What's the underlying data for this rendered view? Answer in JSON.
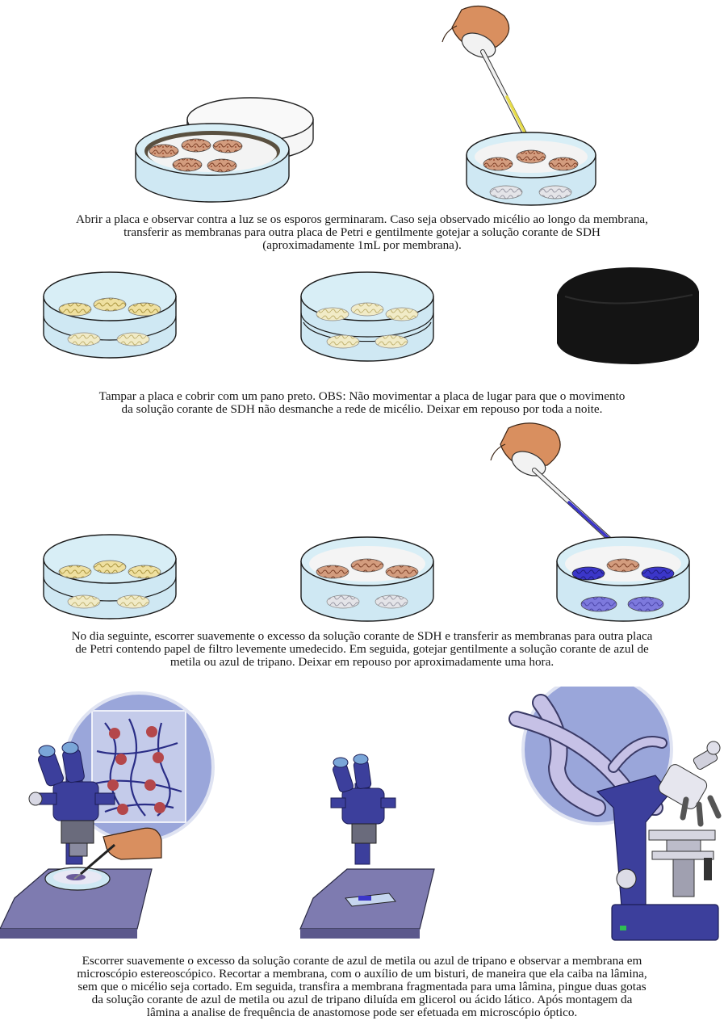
{
  "steps": [
    {
      "lines": [
        "Abrir a placa e observar contra a luz se os esporos germinaram. Caso seja observado micélio ao longo da membrana,",
        "transferir as membranas para outra placa de Petri e gentilmente gotejar a solução corante de SDH",
        "(aproximadamente 1mL por membrana)."
      ]
    },
    {
      "lines": [
        "Tampar a placa e cobrir com um pano preto. OBS: Não movimentar a placa de lugar  para que o movimento",
        "da solução corante de SDH não desmanche a rede de micélio. Deixar em repouso por toda a noite."
      ]
    },
    {
      "lines": [
        "No dia seguinte, escorrer suavemente o excesso da solução corante de SDH e transferir as membranas para outra placa",
        "de Petri contendo papel de filtro levemente umedecido. Em seguida, gotejar gentilmente a solução corante de azul de",
        "metila ou azul de tripano. Deixar em repouso por  aproximadamente uma hora."
      ]
    },
    {
      "lines": [
        "Escorrer suavemente o excesso da solução corante de azul de metila ou azul de tripano e observar a membrana em",
        "microscópio estereoscópico. Recortar a membrana, com o auxílio de um bisturi, de maneira que ela caiba na lâmina,",
        "sem que o micélio seja cortado. Em seguida, transfira a membrana fragmentada para uma lâmina, pingue duas gotas",
        "da solução corante de azul de metila ou azul de tripano diluída em glicerol ou ácido lático. Após montagem da",
        "lâmina a analise de frequência de anastomose pode ser efetuada em microscópio óptico."
      ]
    }
  ],
  "colors": {
    "dish_fill": "#cfe8f3",
    "dish_stroke": "#1a1a1a",
    "membrane_brown": "#c98a6a",
    "membrane_yellow": "#e8d58a",
    "stain_blue": "#3a34c8",
    "microscope_blue": "#3c3f9c",
    "cloth": "#141414",
    "skin": "#d98f5f",
    "stage_purple": "#7e7bb0"
  }
}
